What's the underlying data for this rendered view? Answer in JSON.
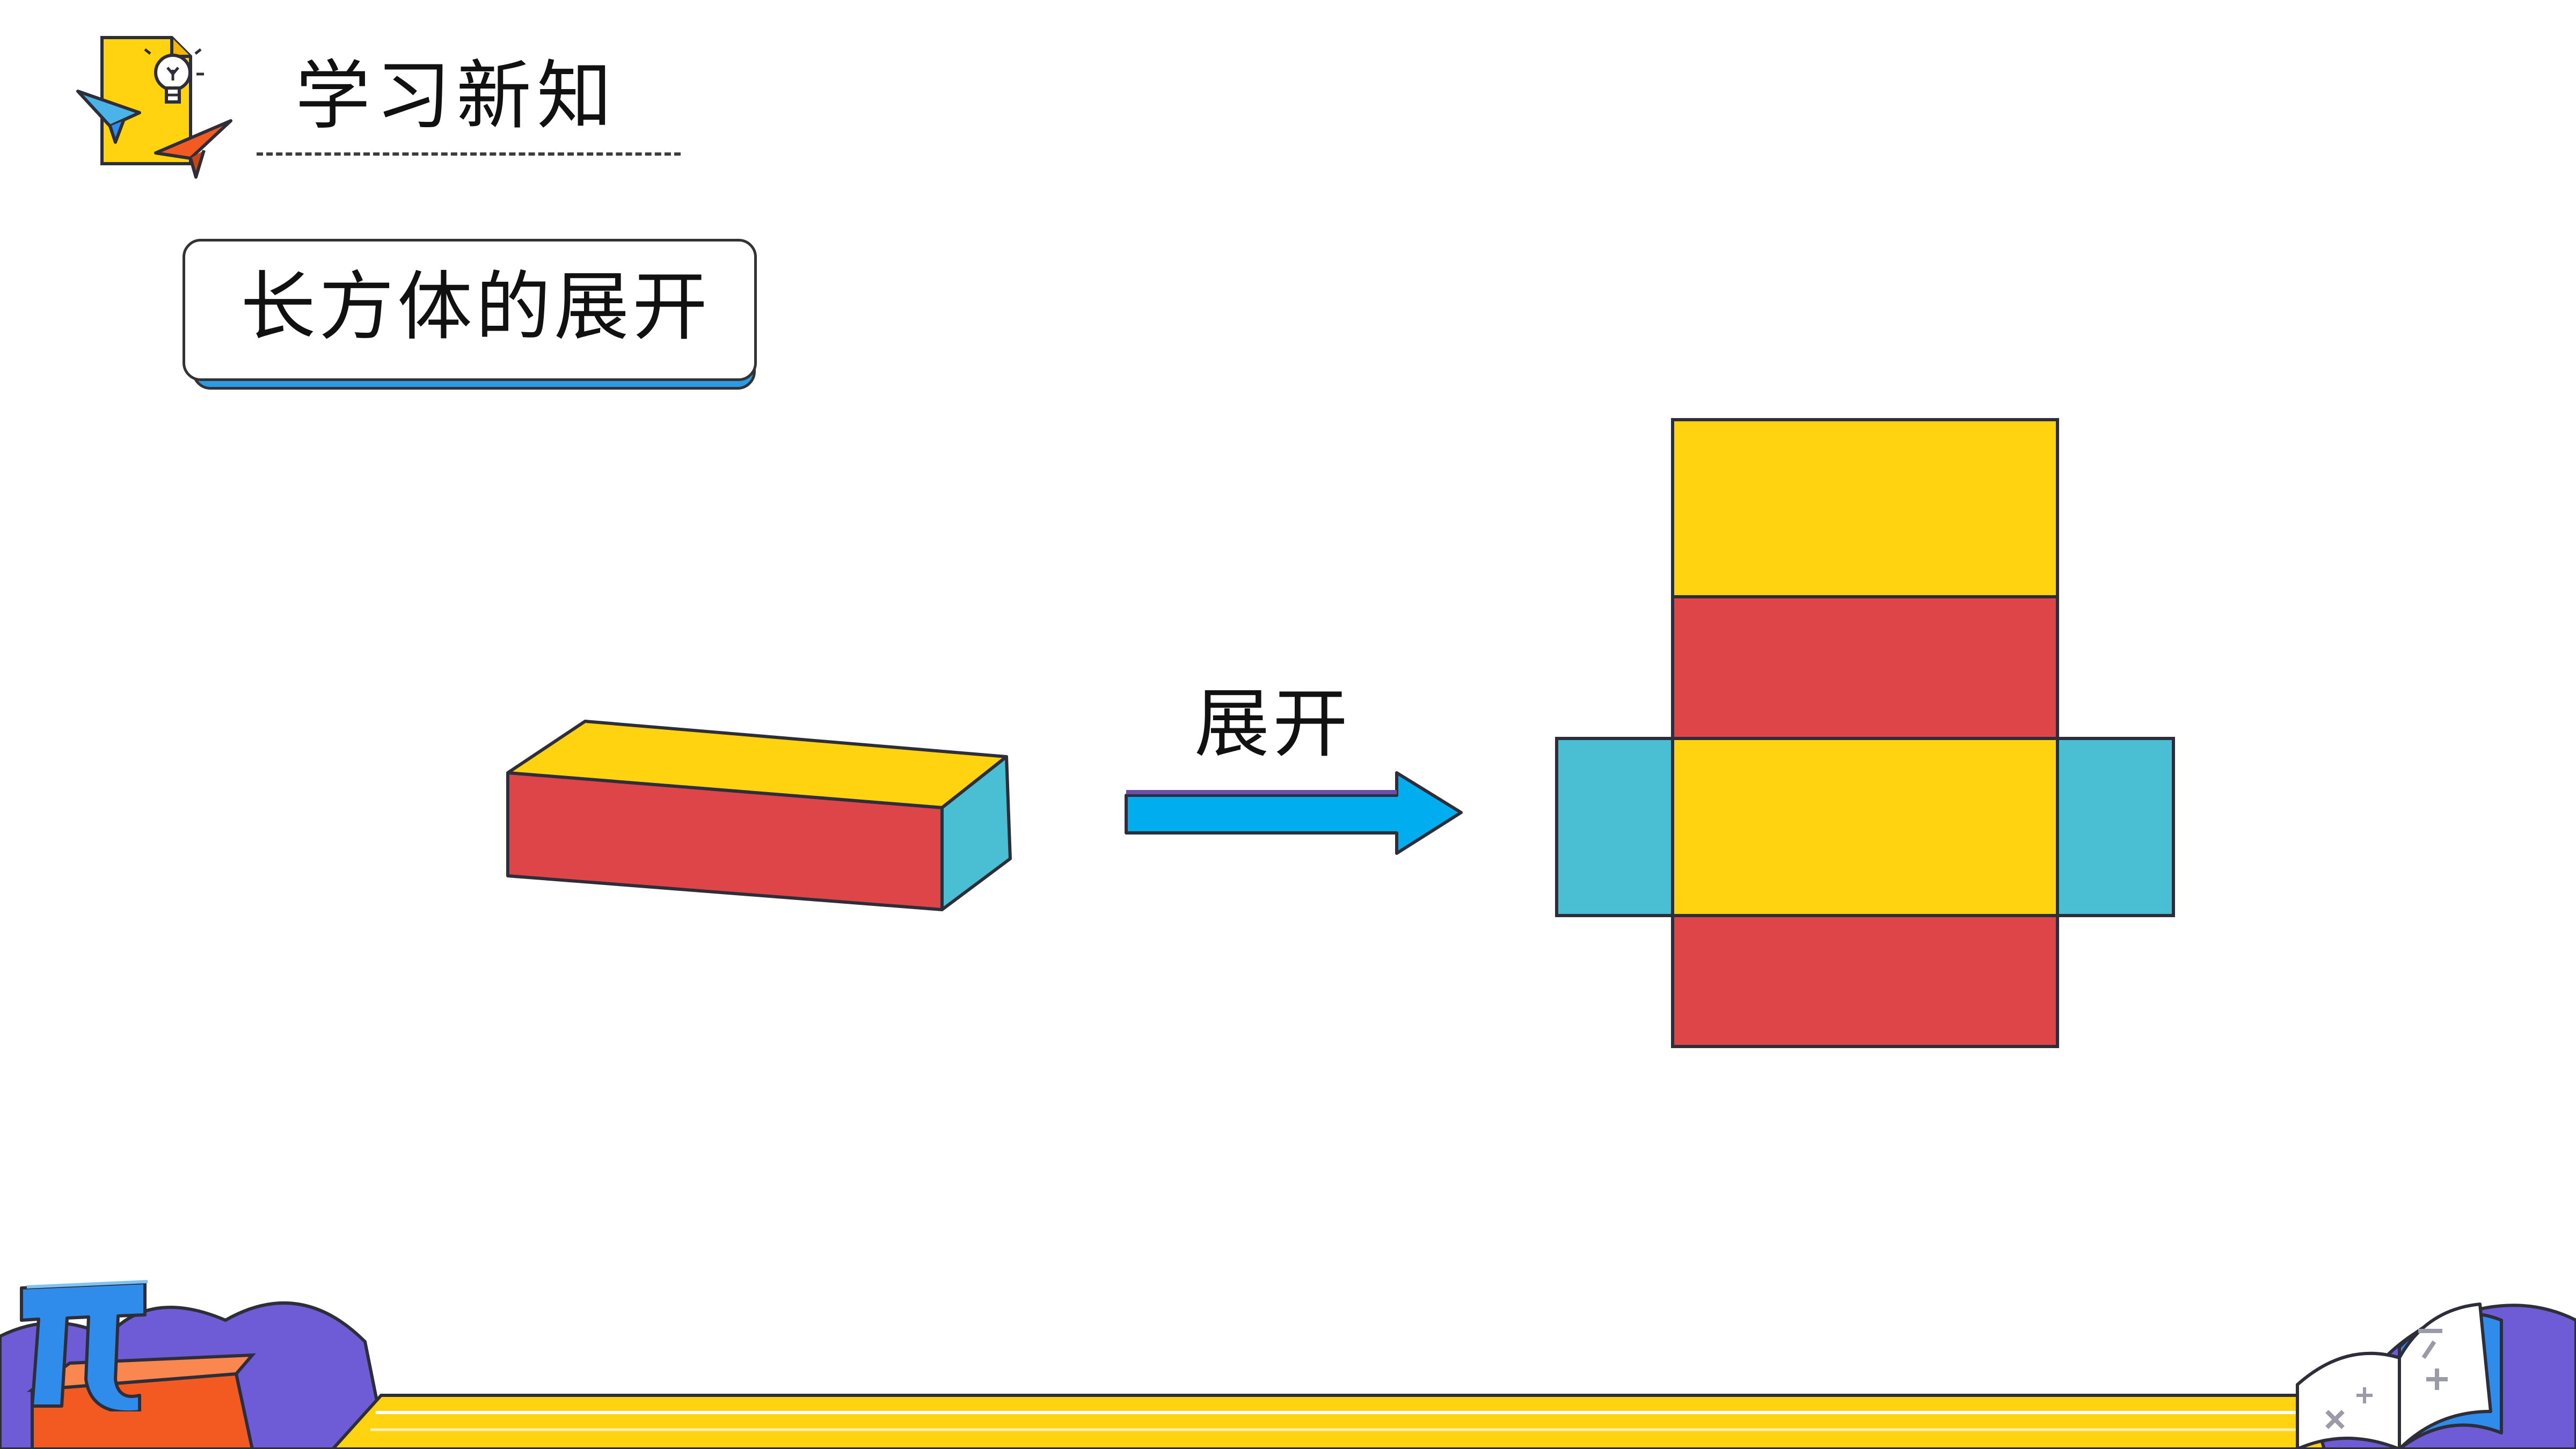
{
  "header": {
    "title": "学习新知",
    "icon": "lightbulb-paper-planes-icon"
  },
  "section": {
    "label": "长方体的展开"
  },
  "diagram": {
    "arrow_label": "展开",
    "colors": {
      "yellow": "#FFD30F",
      "red": "#DE4548",
      "cyan": "#4ABFD3",
      "arrow": "#00AEEF",
      "outline": "#2E2E3A"
    }
  },
  "footer": {
    "decorations": [
      "pi-symbol-icon",
      "open-book-icon"
    ],
    "colors": {
      "band": "#FFD30F",
      "purple": "#6E5BD6",
      "orange": "#F25A22",
      "blue": "#2F8CEB"
    }
  }
}
